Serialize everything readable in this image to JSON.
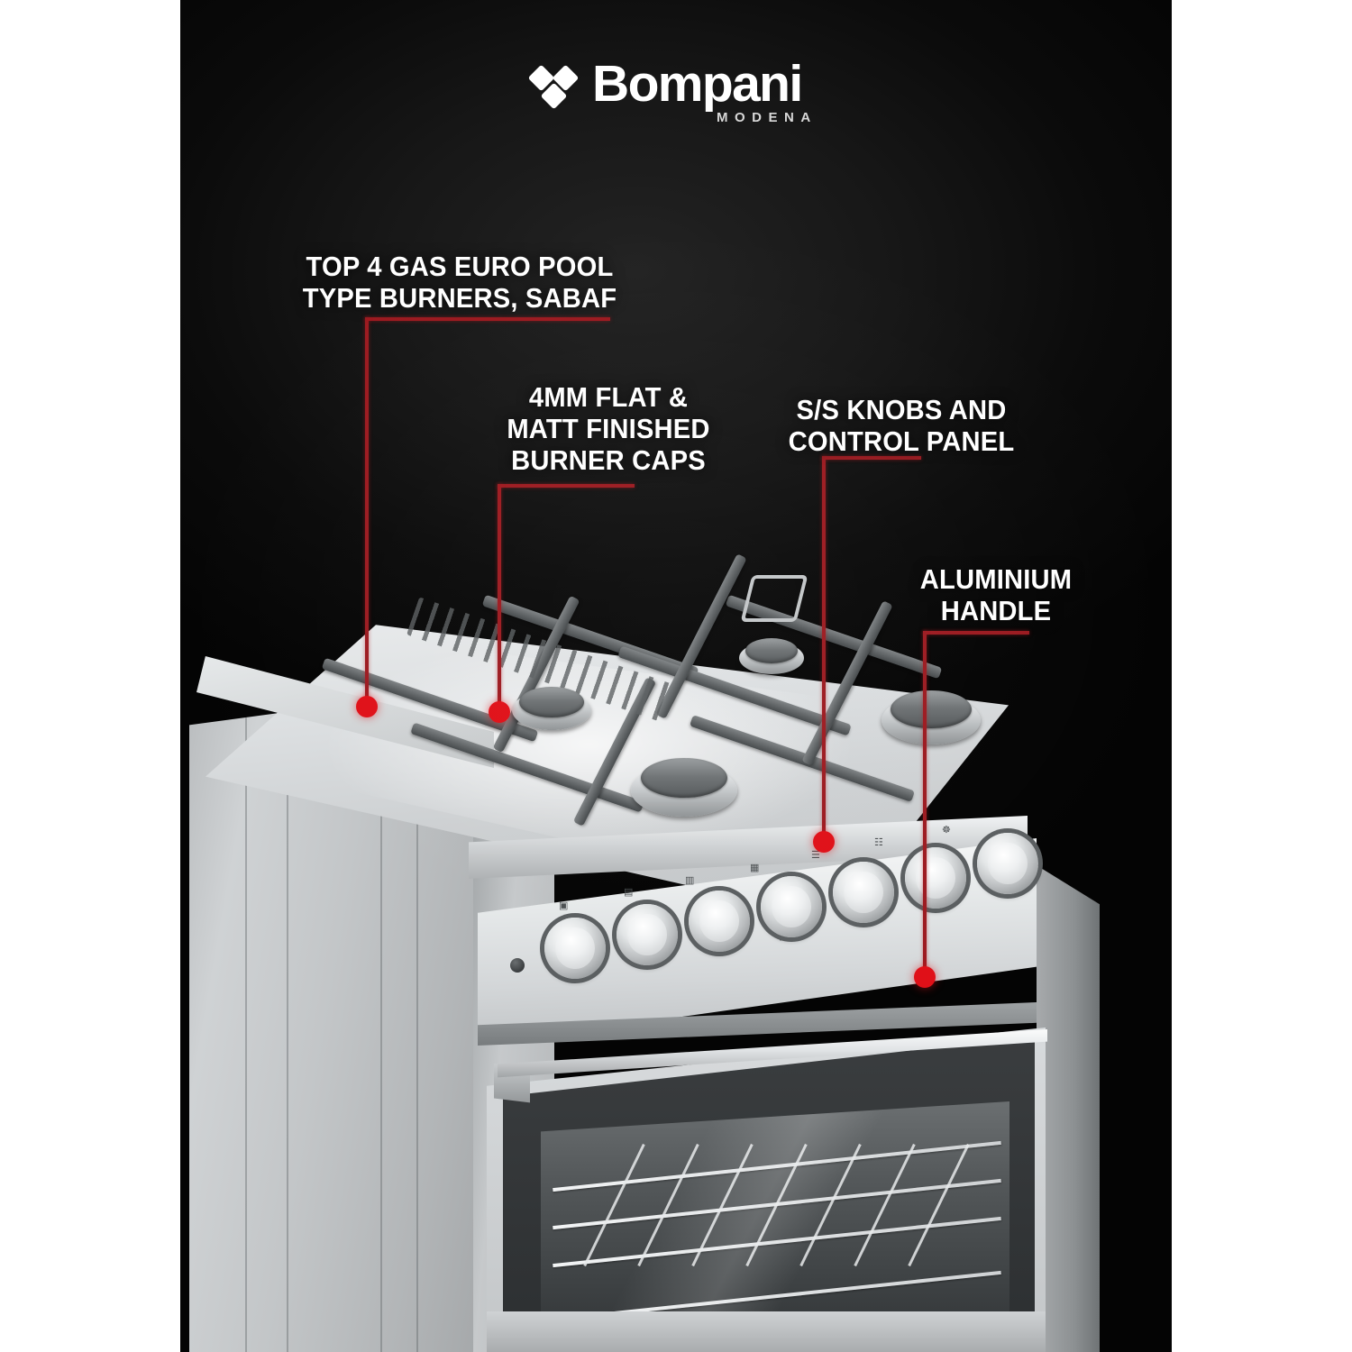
{
  "brand": {
    "name": "Bompani",
    "tagline": "MODENA",
    "logo_icon": "three-diamond-mark"
  },
  "background": {
    "panel_color": "#111111",
    "page_color": "#ffffff"
  },
  "accent": {
    "leader_line_color": "#9d1b21",
    "dot_color": "#e01018"
  },
  "product": {
    "type": "freestanding-gas-range-cooker",
    "finish": "stainless-steel",
    "burner_count": 4,
    "knob_count": 7
  },
  "callouts": [
    {
      "id": "burners",
      "lines": [
        "TOP 4 GAS EURO POOL",
        "TYPE BURNERS, SABAF"
      ],
      "target": "cooktop-burner-front-left"
    },
    {
      "id": "burner-caps",
      "lines": [
        "4MM FLAT &",
        "MATT FINISHED",
        "BURNER CAPS"
      ],
      "target": "burner-cap"
    },
    {
      "id": "knobs-panel",
      "lines": [
        "S/S KNOBS AND",
        "CONTROL PANEL"
      ],
      "target": "control-panel-knob"
    },
    {
      "id": "handle",
      "lines": [
        "ALUMINIUM",
        "HANDLE"
      ],
      "target": "oven-door-handle"
    }
  ]
}
